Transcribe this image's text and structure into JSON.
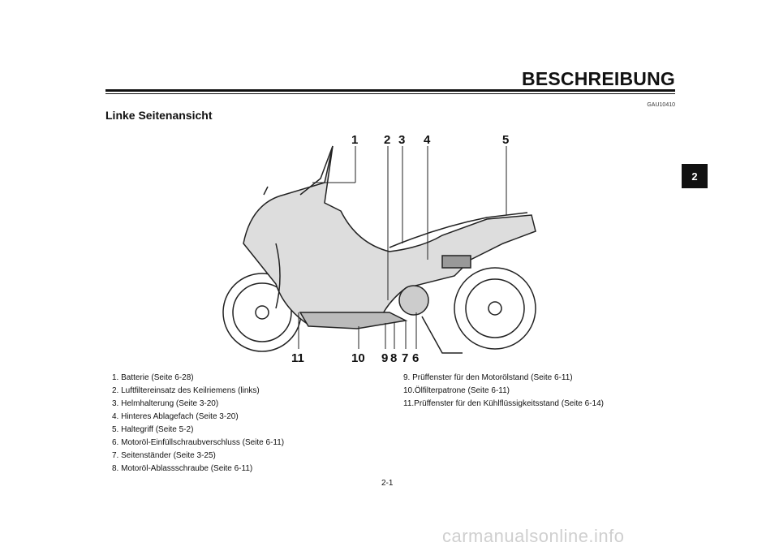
{
  "header": {
    "title": "BESCHREIBUNG",
    "code": "GAU10410"
  },
  "section": {
    "title": "Linke Seitenansicht",
    "chapter_tab": "2"
  },
  "callouts": {
    "top": [
      "1",
      "2",
      "3",
      "4",
      "5"
    ],
    "bottom": [
      "11",
      "10",
      "9",
      "8",
      "7",
      "6"
    ]
  },
  "legend_left": [
    "1.  Batterie (Seite 6-28)",
    "2.  Luftfiltereinsatz des Keilriemens (links)",
    "3.  Helmhalterung (Seite 3-20)",
    "4.  Hinteres Ablagefach (Seite 3-20)",
    "5.  Haltegriff (Seite 5-2)",
    "6.  Motoröl-Einfüllschraubverschluss (Seite 6-11)",
    "7.  Seitenständer (Seite 3-25)",
    "8.  Motoröl-Ablassschraube (Seite 6-11)"
  ],
  "legend_right": [
    "9.  Prüffenster für den Motorölstand (Seite 6-11)",
    "10.Ölfilterpatrone (Seite 6-11)",
    "11.Prüffenster für den Kühlflüssigkeitsstand (Seite 6-14)"
  ],
  "footer": {
    "page_number": "2-1",
    "watermark": "carmanualsonline.info"
  }
}
